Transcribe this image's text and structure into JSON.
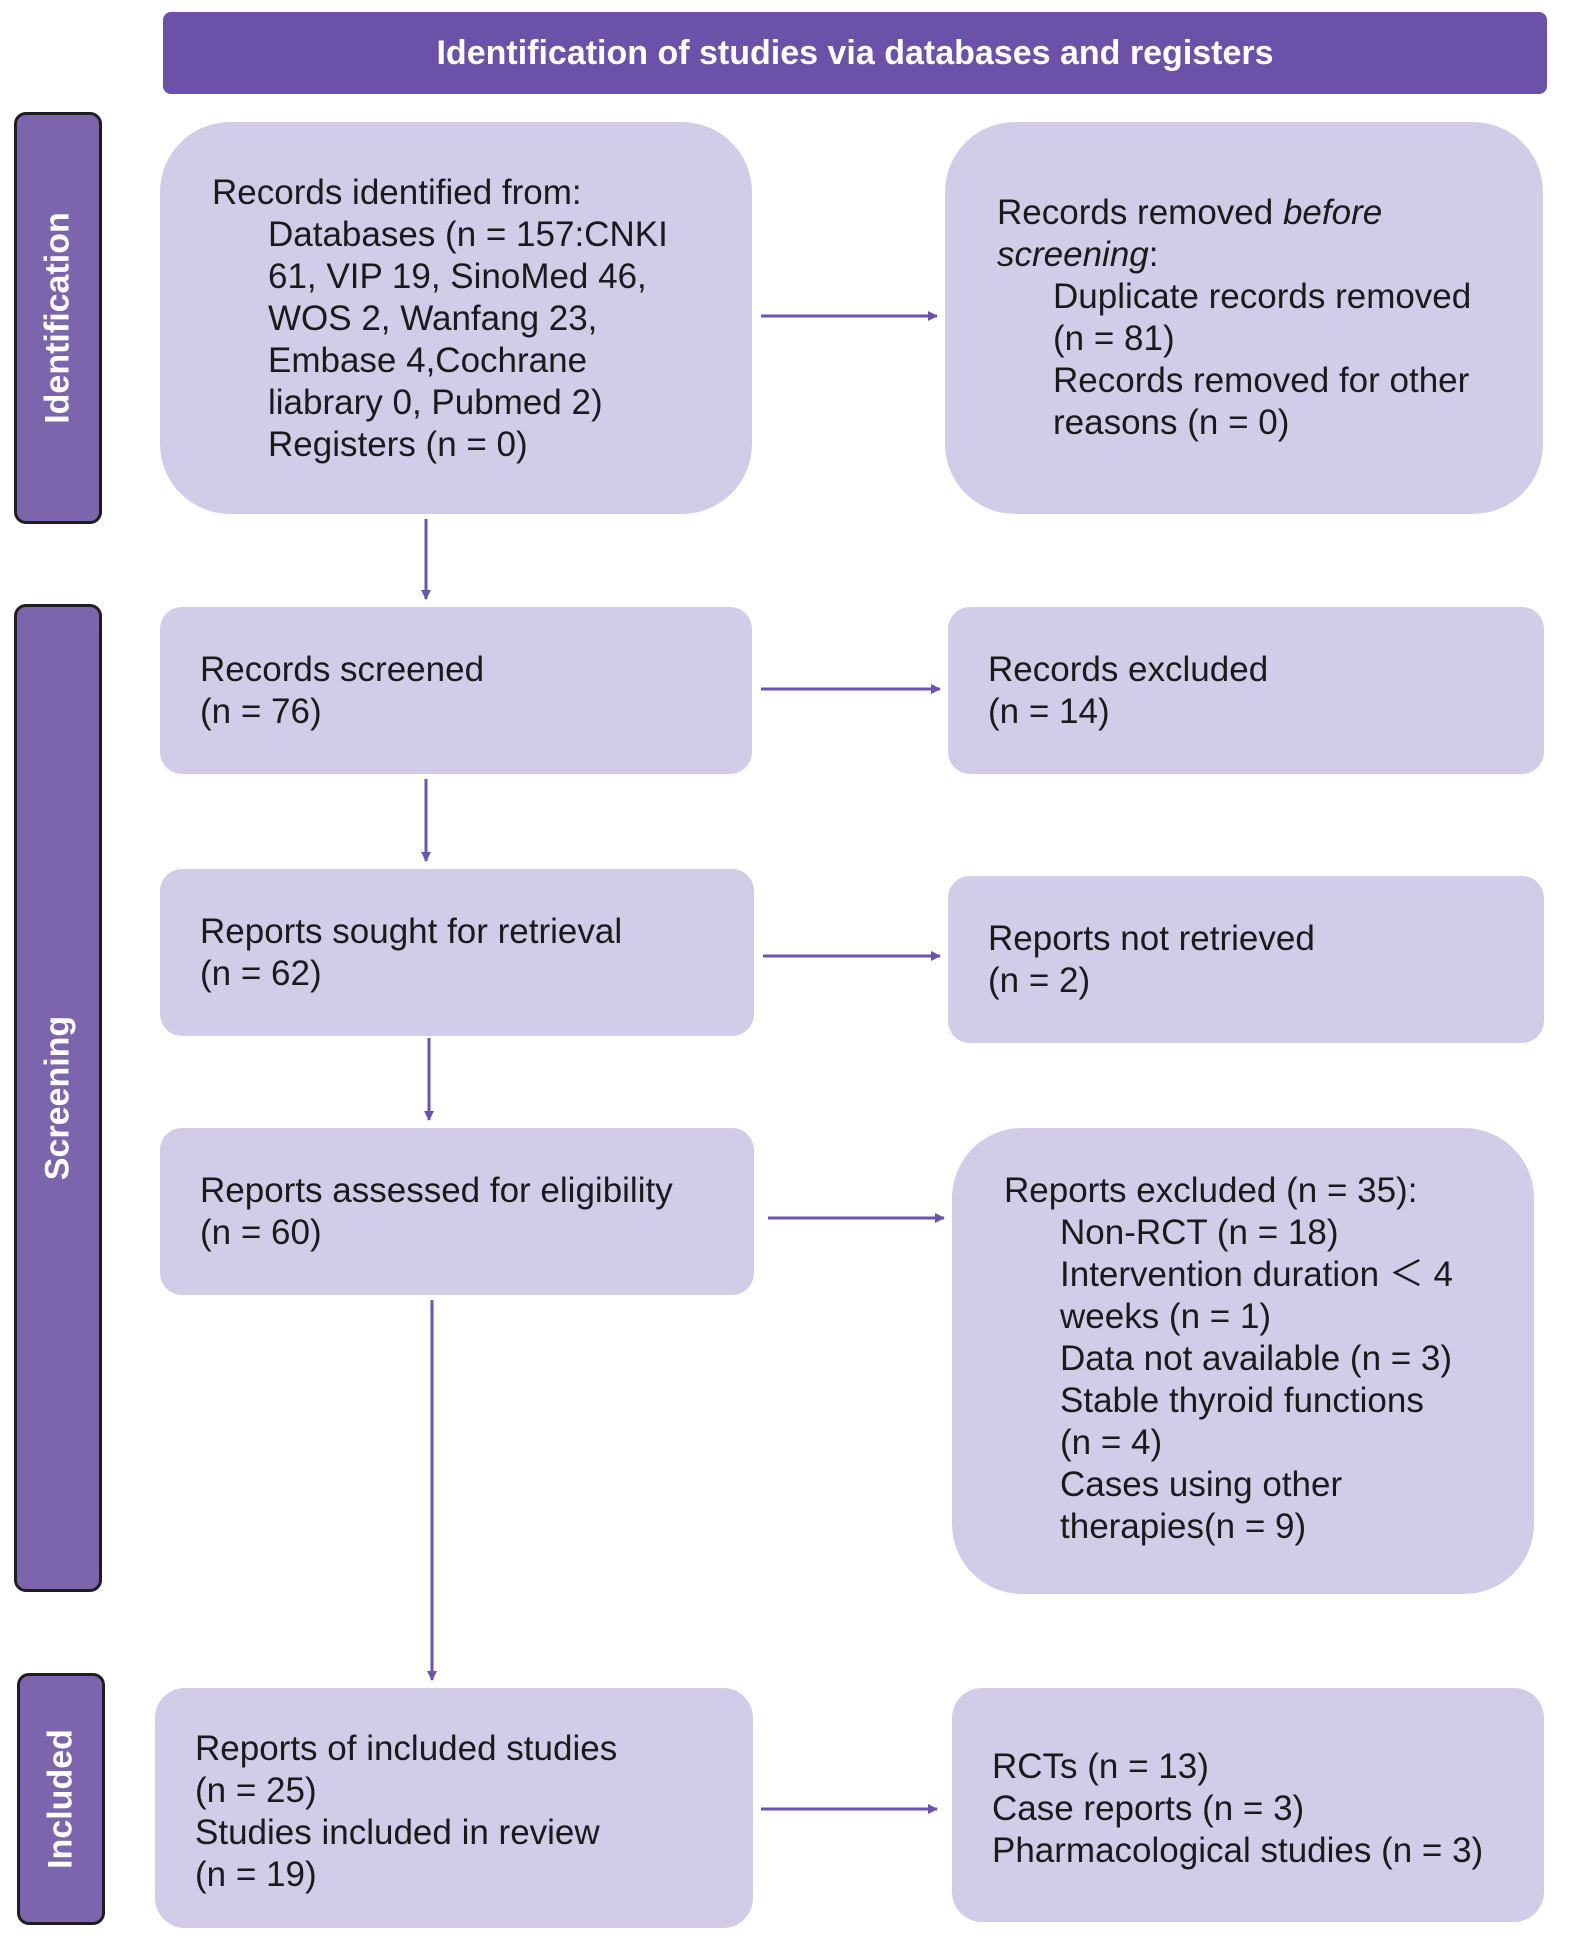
{
  "header": {
    "title": "Identification of studies via databases and registers"
  },
  "phases": {
    "identification": "Identification",
    "screening": "Screening",
    "included": "Included"
  },
  "boxes": {
    "records_identified": {
      "lines": [
        "Records identified from:",
        "Databases (n = 157:CNKI",
        "61, VIP 19, SinoMed 46,",
        "WOS 2, Wanfang 23,",
        "Embase 4,Cochrane",
        "liabrary 0,  Pubmed 2)",
        "Registers (n = 0)"
      ]
    },
    "records_removed": {
      "intro": "Records removed ",
      "intro_em": "before",
      "intro_em2": "screening",
      "intro_colon": ":",
      "lines": [
        "Duplicate records removed",
        "(n = 81)",
        "Records removed for other",
        "reasons (n = 0)"
      ]
    },
    "records_screened": {
      "lines": [
        "Records screened",
        "(n = 76)"
      ]
    },
    "records_excluded": {
      "lines": [
        "Records excluded",
        "(n = 14)"
      ]
    },
    "reports_sought": {
      "lines": [
        "Reports sought for retrieval",
        "(n = 62)"
      ]
    },
    "reports_not_retrieved": {
      "lines": [
        "Reports not retrieved",
        "(n = 2)"
      ]
    },
    "reports_assessed": {
      "lines": [
        "Reports assessed for eligibility",
        "(n = 60)"
      ]
    },
    "reports_excluded": {
      "lines": [
        "Reports excluded (n = 35):",
        "Non-RCT (n = 18)",
        "Intervention duration ＜ 4",
        "weeks (n = 1)",
        "Data not available (n = 3)",
        "Stable thyroid functions",
        "(n = 4)",
        "Cases using other",
        "therapies(n = 9)"
      ]
    },
    "included_reports": {
      "lines": [
        "Reports of included studies",
        "(n = 25)",
        "Studies included in review",
        "(n = 19)"
      ]
    },
    "included_breakdown": {
      "lines": [
        "RCTs (n = 13)",
        "Case reports (n = 3)",
        "Pharmacological studies (n = 3)"
      ]
    }
  },
  "colors": {
    "header": "#6b51a8",
    "phase": "#7d65ad",
    "box": "#d2cce9",
    "arrow": "#6a54ad"
  }
}
